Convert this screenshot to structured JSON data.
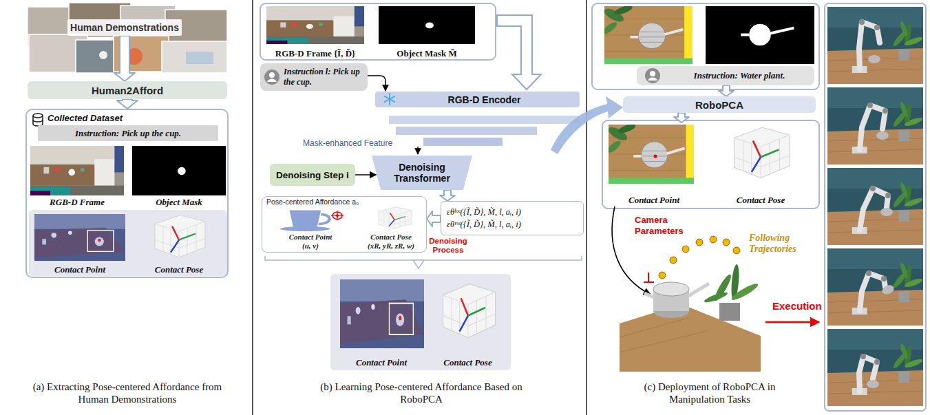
{
  "diagram": {
    "nodes": [
      {
        "text": [
          "Human Demonstrations"
        ]
      },
      {
        "text": [
          "Human2Afford"
        ]
      },
      {
        "text": [
          "Collected Dataset"
        ]
      },
      {
        "text": [
          "Instruction: Pick up the cup."
        ],
        "in": 2
      },
      {
        "text": [
          "RGB-D Frame"
        ],
        "in": 2
      },
      {
        "text": [
          "Object Mask"
        ],
        "in": 2
      },
      {
        "text": [
          "Contact Point"
        ],
        "in": 2
      },
      {
        "text": [
          "Contact Pose"
        ],
        "in": 2
      },
      {
        "text": [
          "RGB-D Frame {Ĩ, D̃}"
        ]
      },
      {
        "text": [
          "Object Mask M̃"
        ]
      },
      {
        "text": [
          "Instruction l: Pick up the cup."
        ]
      },
      {
        "text": [
          "RGB-D Encoder"
        ]
      },
      {
        "text": [
          "Denoising Step i"
        ]
      },
      {
        "text": [
          "Denoising Transformer"
        ]
      },
      {
        "text": [
          "εθˡᵒᶜ({Ĩ, D̃}, M̃, l, aᵢ, i)",
          "εθʳᵒᵗ({Ĩ, D̃}, M̃, l, aᵢ, i)"
        ]
      },
      {
        "text": [
          "Pose-centered Affordance a₀"
        ]
      },
      {
        "text": [
          "Contact Point",
          "(u, v)"
        ],
        "in": 15
      },
      {
        "text": [
          "Contact Pose",
          "(xR, yR, zR, w)"
        ],
        "in": 15
      },
      {
        "text": [
          "Contact Point"
        ]
      },
      {
        "text": [
          "Contact Pose"
        ]
      },
      {
        "text": [
          "Instruction: Water plant."
        ]
      },
      {
        "text": [
          "RoboPCA"
        ]
      },
      {
        "text": [
          "Contact Point"
        ]
      },
      {
        "text": [
          "Contact Pose"
        ]
      }
    ],
    "edges": [
      {
        "from": 0,
        "to": 1,
        "arrow": "to"
      },
      {
        "from": 1,
        "to": 2,
        "arrow": "to"
      },
      {
        "from": 10,
        "to": 11,
        "arrow": "to"
      },
      {
        "from": 12,
        "to": 13,
        "arrow": "to"
      },
      {
        "from": 13,
        "to": 14,
        "arrow": "to"
      },
      {
        "from": 14,
        "to": 15,
        "label": "Denoising Process",
        "arrow": "to"
      },
      {
        "from": 20,
        "to": 21,
        "arrow": "to"
      },
      {
        "from": 21,
        "to": 22,
        "arrow": "to"
      }
    ],
    "labels": [
      "Mask-enhanced Feature",
      "Camera Parameters",
      "Following Trajectories",
      "Execution",
      "(a) Extracting Pose-centered Affordance from Human Demonstrations",
      "(b) Learning Pose-centered Affordance Based on RoboPCA",
      "(c) Deployment of RoboPCA in Manipulation Tasks"
    ]
  }
}
